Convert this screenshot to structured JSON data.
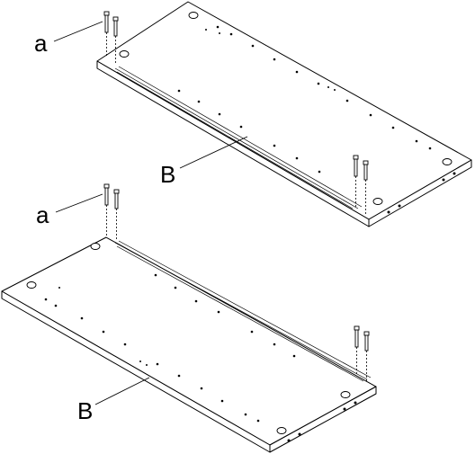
{
  "labels": {
    "top_fitting": "a",
    "top_panel": "B",
    "bottom_fitting": "a",
    "bottom_panel": "B"
  }
}
